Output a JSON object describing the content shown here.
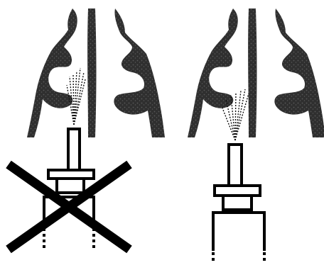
{
  "colors": {
    "background": "#ffffff",
    "tissue": "#2f2f2f",
    "tissue_texture": "#595959",
    "outline": "#000000",
    "spray": "#111111"
  },
  "panels": [
    {
      "id": "incorrect",
      "icon": "cross-mark-icon",
      "depicts": [
        "nasal-cavity-cross-section",
        "nasal-spray-bottle",
        "spray-mist",
        "cross-mark"
      ]
    },
    {
      "id": "correct",
      "icon": "nasal-spray-icon",
      "depicts": [
        "nasal-cavity-cross-section",
        "nasal-spray-bottle",
        "spray-mist"
      ]
    }
  ]
}
